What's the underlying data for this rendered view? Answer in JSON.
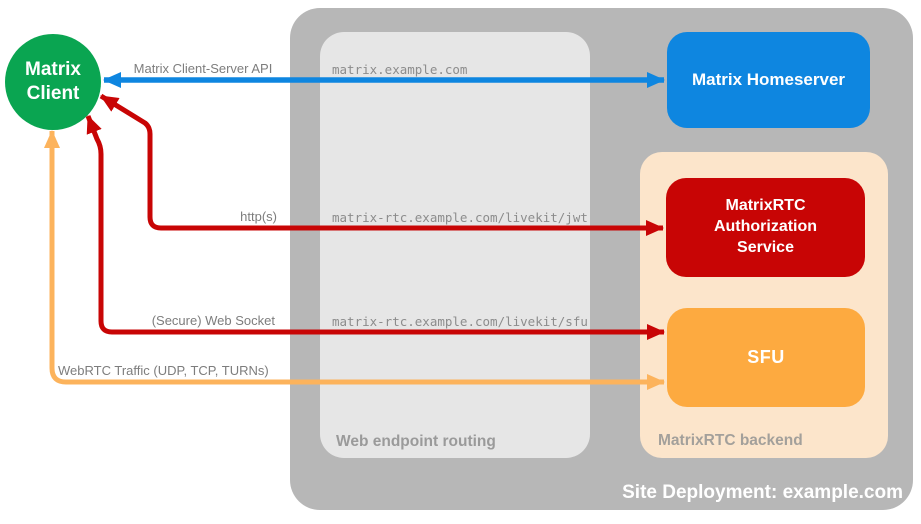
{
  "title": "Site Deployment: example.com",
  "nodes": {
    "client": "Matrix Client",
    "homeserver": "Matrix Homeserver",
    "auth_service": "MatrixRTC Authorization Service",
    "sfu": "SFU"
  },
  "groups": {
    "routing": "Web endpoint routing",
    "backend": "MatrixRTC backend"
  },
  "connections": [
    {
      "label": "Matrix Client-Server API",
      "endpoint": "matrix.example.com",
      "from": "Matrix Client",
      "to": "Matrix Homeserver",
      "direction": "bidirectional",
      "color": "#0e86e0"
    },
    {
      "label": "http(s)",
      "endpoint": "matrix-rtc.example.com/livekit/jwt",
      "from": "Matrix Client",
      "to": "MatrixRTC Authorization Service",
      "direction": "bidirectional",
      "color": "#c80505"
    },
    {
      "label": "(Secure) Web Socket",
      "endpoint": "matrix-rtc.example.com/livekit/sfu",
      "from": "Matrix Client",
      "to": "SFU",
      "direction": "bidirectional",
      "color": "#c80505"
    },
    {
      "label": "WebRTC Traffic (UDP, TCP, TURNs)",
      "endpoint": "",
      "from": "Matrix Client",
      "to": "SFU",
      "direction": "bidirectional",
      "color": "#fcb35c"
    }
  ],
  "colors": {
    "client_green": "#0aa551",
    "homeserver_blue": "#0e86e0",
    "auth_red": "#c80505",
    "sfu_orange": "#fdaa40",
    "webrtc_arrow_orange": "#fcb35c",
    "outer_container_gray": "#b7b7b7",
    "routing_box_gray": "#e6e6e6",
    "backend_peach": "#fce5cb",
    "label_gray": "#7d7d7d",
    "title_white": "#ffffff"
  }
}
